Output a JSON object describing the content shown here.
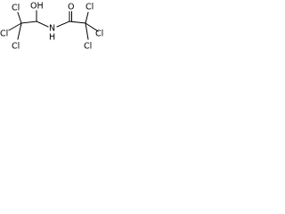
{
  "molecule": {
    "atoms": {
      "cl1": "Cl",
      "cl2": "Cl",
      "cl3": "Cl",
      "oh": "OH",
      "nh": "N",
      "h": "H",
      "o": "O",
      "cl4": "Cl",
      "cl5": "Cl",
      "cl6": "Cl"
    }
  }
}
